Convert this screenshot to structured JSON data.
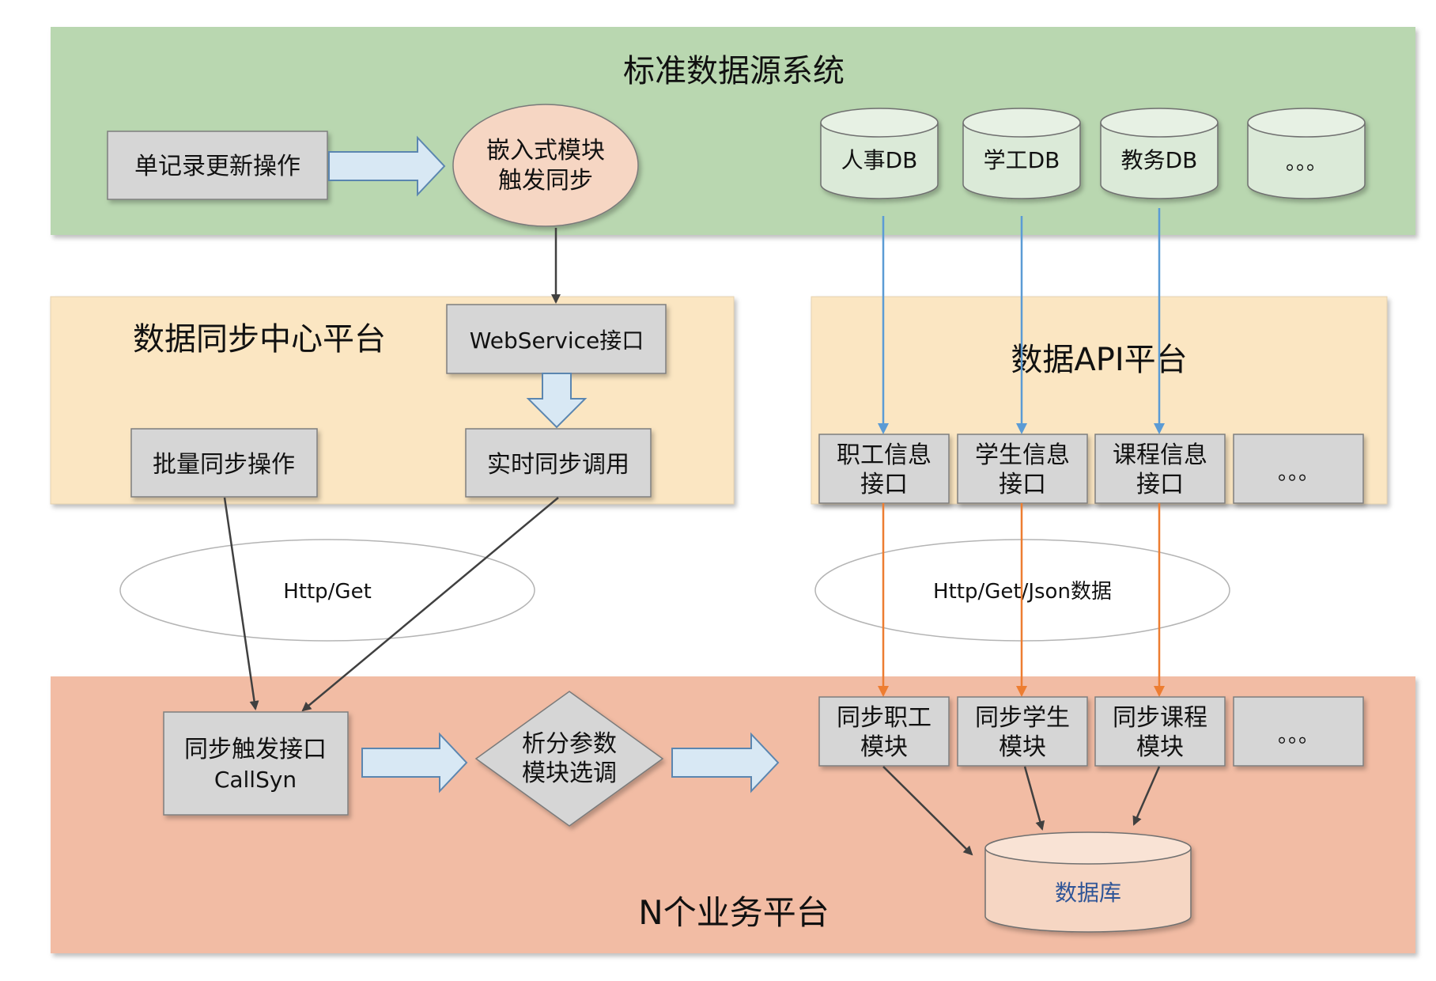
{
  "regions": {
    "top_title": "标准数据源系统",
    "sync_center_title": "数据同步中心平台",
    "api_platform_title": "数据API平台",
    "business_title": "N个业务平台"
  },
  "top": {
    "single_record_update": "单记录更新操作",
    "embedded_trigger_line1": "嵌入式模块",
    "embedded_trigger_line2": "触发同步",
    "databases": [
      "人事DB",
      "学工DB",
      "教务DB",
      "。。。"
    ]
  },
  "sync_center": {
    "webservice": "WebService接口",
    "batch_sync": "批量同步操作",
    "realtime_sync": "实时同步调用"
  },
  "api_platform": {
    "interfaces": [
      {
        "line1": "职工信息",
        "line2": "接口"
      },
      {
        "line1": "学生信息",
        "line2": "接口"
      },
      {
        "line1": "课程信息",
        "line2": "接口"
      },
      {
        "line1": "。。。",
        "line2": ""
      }
    ]
  },
  "protocols": {
    "left": "Http/Get",
    "right": "Http/Get/Json数据"
  },
  "business": {
    "sync_trigger_line1": "同步触发接口",
    "sync_trigger_line2": "CallSyn",
    "parse_params_line1": "析分参数",
    "parse_params_line2": "模块选调",
    "modules": [
      {
        "line1": "同步职工",
        "line2": "模块"
      },
      {
        "line1": "同步学生",
        "line2": "模块"
      },
      {
        "line1": "同步课程",
        "line2": "模块"
      },
      {
        "line1": "。。。",
        "line2": ""
      }
    ],
    "database": "数据库"
  },
  "colors": {
    "top_band": "#b9d7b0",
    "middle_band": "#fbe6c2",
    "bottom_band": "#f2bca4",
    "blue_arrow": "#5b9bd5",
    "orange_arrow": "#ed7d31",
    "dark_arrow": "#404040"
  }
}
